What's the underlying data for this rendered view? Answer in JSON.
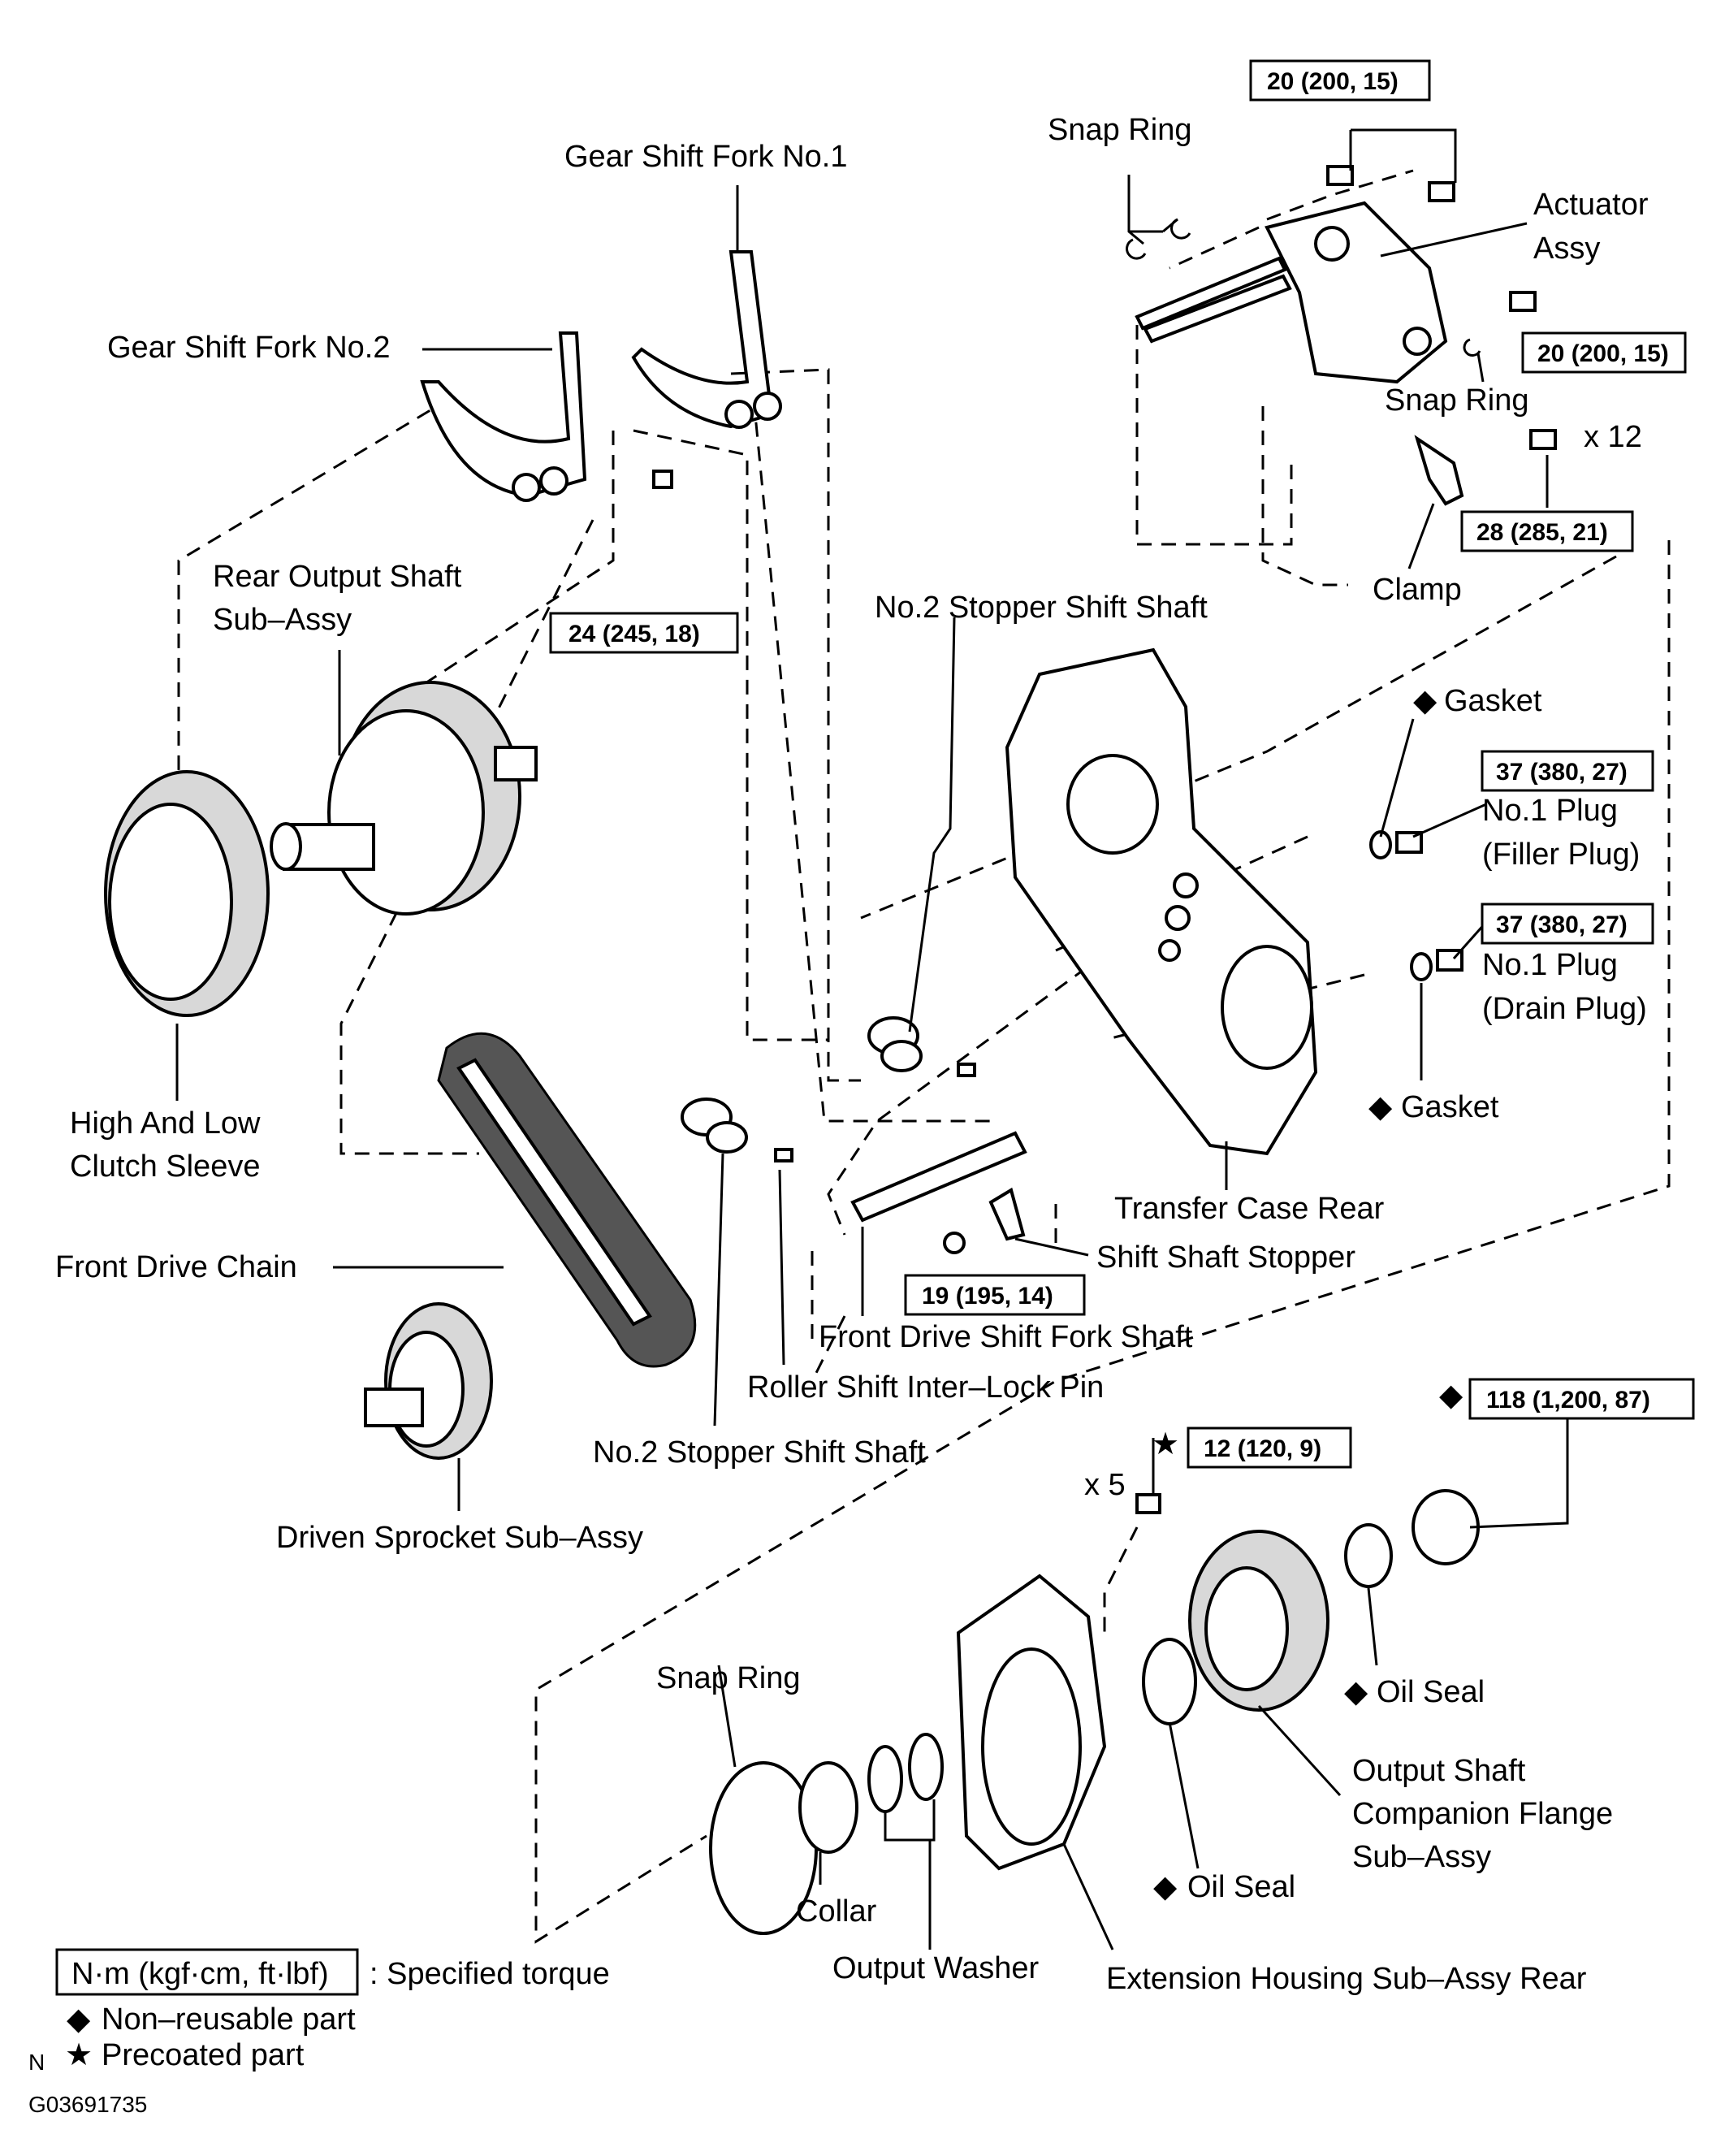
{
  "labels": {
    "gear_shift_fork_no1": "Gear Shift Fork No.1",
    "gear_shift_fork_no2": "Gear Shift Fork No.2",
    "rear_output_shaft_1": "Rear Output Shaft",
    "rear_output_shaft_2": "Sub–Assy",
    "high_low_1": "High And Low",
    "high_low_2": "Clutch Sleeve",
    "front_drive_chain": "Front Drive Chain",
    "driven_sprocket": "Driven Sprocket Sub–Assy",
    "no2_stopper_top": "No.2 Stopper Shift Shaft",
    "no2_stopper_bottom": "No.2 Stopper Shift Shaft",
    "roller_pin": "Roller Shift Inter–Lock Pin",
    "front_drive_fork_shaft": "Front Drive Shift Fork Shaft",
    "shift_shaft_stopper": "Shift Shaft Stopper",
    "transfer_case_rear": "Transfer Case Rear",
    "snap_ring_top": "Snap Ring",
    "snap_ring_mid": "Snap Ring",
    "snap_ring_bottom": "Snap Ring",
    "actuator_1": "Actuator",
    "actuator_2": "Assy",
    "clamp": "Clamp",
    "x12": "x 12",
    "x5": "x 5",
    "gasket_top": "Gasket",
    "gasket_bottom": "Gasket",
    "filler_plug_1": "No.1 Plug",
    "filler_plug_2": "(Filler Plug)",
    "drain_plug_1": "No.1 Plug",
    "drain_plug_2": "(Drain Plug)",
    "oil_seal_right": "Oil Seal",
    "oil_seal_left": "Oil Seal",
    "output_flange_1": "Output Shaft",
    "output_flange_2": "Companion Flange",
    "output_flange_3": "Sub–Assy",
    "collar": "Collar",
    "output_washer": "Output Washer",
    "extension_housing": "Extension Housing Sub–Assy Rear"
  },
  "torques": {
    "actuator_top": "20 (200, 15)",
    "actuator_right": "20 (200, 15)",
    "case_bolts": "28 (285, 21)",
    "fork_bolt": "24 (245, 18)",
    "filler_plug": "37 (380, 27)",
    "drain_plug": "37 (380, 27)",
    "stopper_bolt": "19 (195, 14)",
    "flange_nut": "118 (1,200, 87)",
    "housing_bolts": "12 (120, 9)"
  },
  "legend": {
    "unit_box": "N·m (kgf·cm, ft·lbf)",
    "specified_torque": ": Specified torque",
    "non_reusable": "Non–reusable part",
    "precoated": "Precoated part",
    "n_mark": "N",
    "diamond_symbol": "◆",
    "star_symbol": "★"
  },
  "figure_code": "G03691735"
}
